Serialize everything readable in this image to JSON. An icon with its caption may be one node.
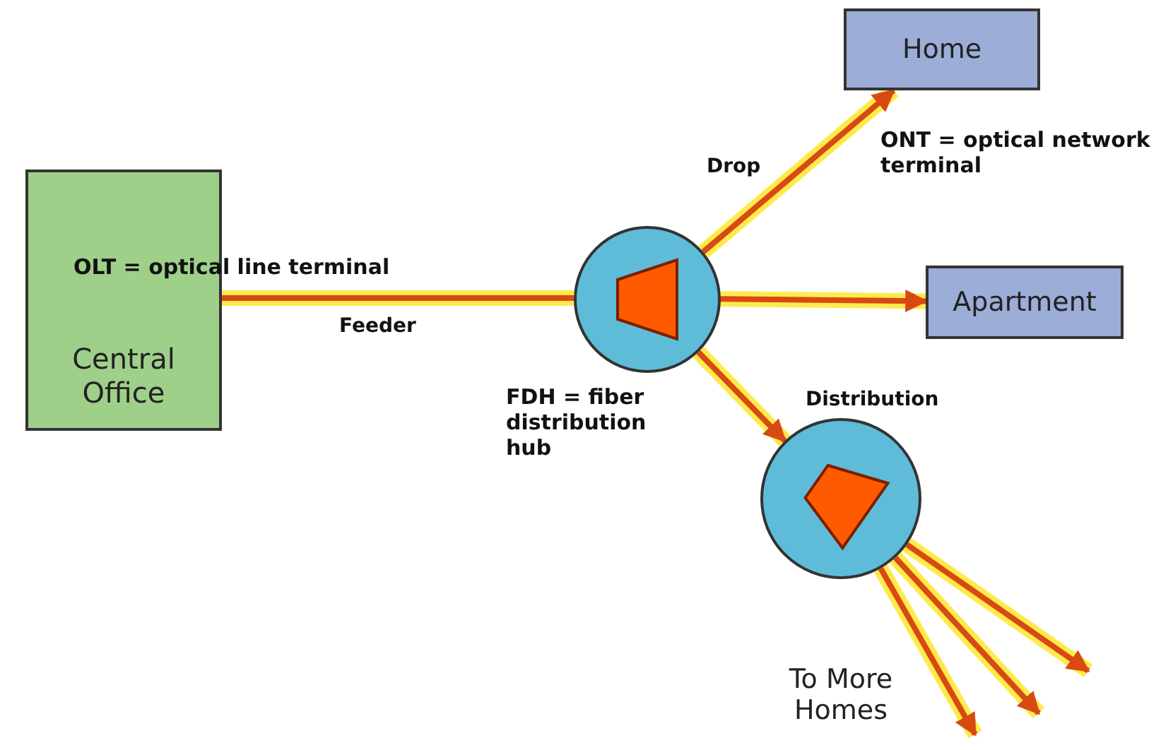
{
  "diagram": {
    "nodes": [
      {
        "text": [
          "Central Office"
        ],
        "beside": [
          "OLT = optical line terminal"
        ]
      },
      {
        "text": [],
        "shape": "circle",
        "beside": [
          "FDH = fiber distribution hub"
        ]
      },
      {
        "text": [
          "Home"
        ],
        "beside": [
          "ONT = optical network terminal"
        ]
      },
      {
        "text": [
          "Apartment"
        ]
      },
      {
        "text": [],
        "shape": "circle"
      }
    ],
    "edges": [
      {
        "from": 0,
        "to": 1,
        "arrow": "none",
        "label": "Feeder"
      },
      {
        "from": 1,
        "to": 2,
        "arrow": "to",
        "label": "Drop"
      },
      {
        "from": 1,
        "to": 3,
        "arrow": "to"
      },
      {
        "from": 1,
        "to": 4,
        "arrow": "to",
        "label": "Distribution"
      },
      {
        "from": 4,
        "to": null,
        "arrow": "to"
      },
      {
        "from": 4,
        "to": null,
        "arrow": "to"
      },
      {
        "from": 4,
        "to": null,
        "arrow": "to"
      }
    ],
    "labels": [
      "To More Homes"
    ]
  }
}
